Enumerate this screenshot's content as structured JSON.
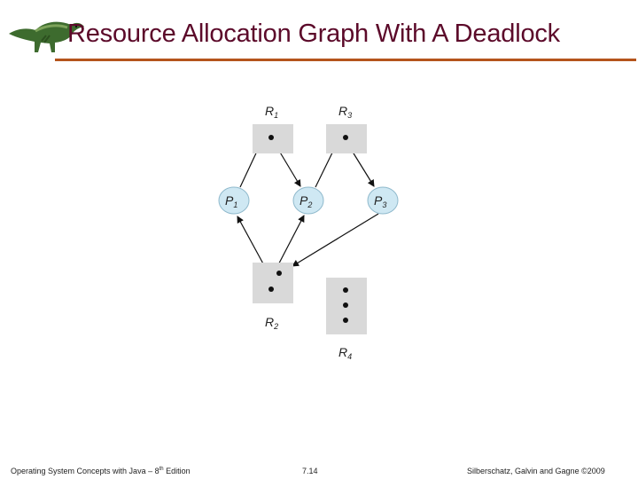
{
  "title": "Resource Allocation Graph With A Deadlock",
  "colors": {
    "title": "#5c0a2a",
    "rule": "#b5541c",
    "resource_fill": "#d9d9d9",
    "process_fill": "#cfe8f3",
    "process_stroke": "#8fb9cc"
  },
  "logo_icon": "dinosaur-icon",
  "diagram": {
    "resources": [
      {
        "id": "R1",
        "name": "R",
        "sub": "1",
        "instances": 1
      },
      {
        "id": "R3",
        "name": "R",
        "sub": "3",
        "instances": 1
      },
      {
        "id": "R2",
        "name": "R",
        "sub": "2",
        "instances": 2
      },
      {
        "id": "R4",
        "name": "R",
        "sub": "4",
        "instances": 3
      }
    ],
    "processes": [
      {
        "id": "P1",
        "name": "P",
        "sub": "1"
      },
      {
        "id": "P2",
        "name": "P",
        "sub": "2"
      },
      {
        "id": "P3",
        "name": "P",
        "sub": "3"
      }
    ],
    "edges": [
      {
        "from": "P1",
        "to": "R1",
        "kind": "request"
      },
      {
        "from": "R1",
        "to": "P2",
        "kind": "assignment"
      },
      {
        "from": "R3",
        "to": "P3",
        "kind": "assignment"
      },
      {
        "from": "P2",
        "to": "R3",
        "kind": "request"
      },
      {
        "from": "R2",
        "to": "P1",
        "kind": "assignment"
      },
      {
        "from": "R2",
        "to": "P2",
        "kind": "assignment"
      },
      {
        "from": "P3",
        "to": "R2",
        "kind": "request"
      }
    ]
  },
  "footer": {
    "left_prefix": "Operating System Concepts with Java – 8",
    "left_sup": "th",
    "left_suffix": " Edition",
    "center": "7.14",
    "right": "Silberschatz, Galvin and Gagne ©2009"
  }
}
